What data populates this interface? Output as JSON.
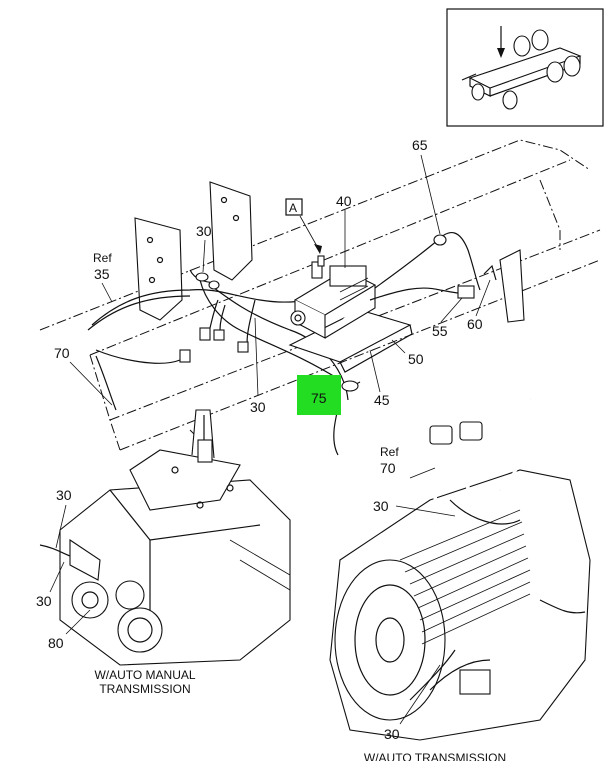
{
  "diagram": {
    "callouts": {
      "c65": "65",
      "c40": "40",
      "cA": "A",
      "c30a": "30",
      "ref1": "Ref",
      "c35": "35",
      "c70a": "70",
      "c30b": "30",
      "c75": "75",
      "c45": "45",
      "c50": "50",
      "c55": "55",
      "c60": "60",
      "c30c": "30",
      "c30d": "30",
      "c80": "80",
      "ref2": "Ref",
      "c70b": "70",
      "c30e": "30",
      "c30f": "30"
    },
    "captions": {
      "manual_line1": "W/AUTO MANUAL",
      "manual_line2": "TRANSMISSION",
      "auto_line1": "W/AUTO TRANSMISSION"
    },
    "highlight_color": "#22dd22"
  }
}
